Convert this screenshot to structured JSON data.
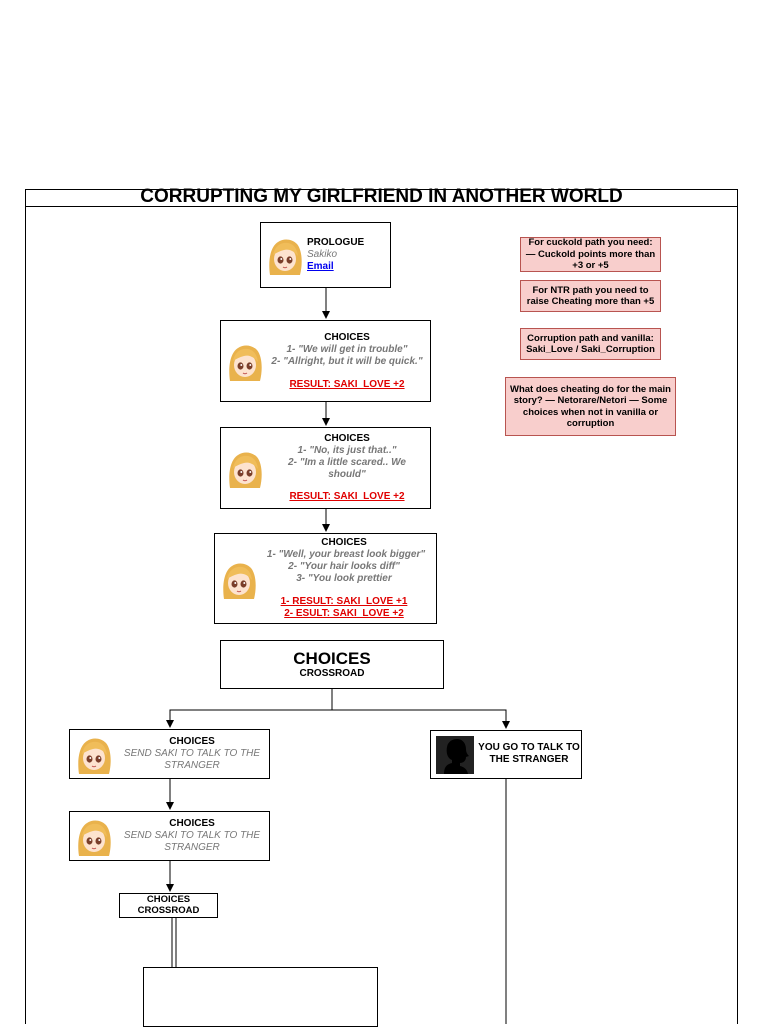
{
  "title": "CORRUPTING MY GIRLFRIEND IN ANOTHER WORLD",
  "prologue": {
    "heading": "PROLOGUE",
    "name": "Sakiko",
    "link": "Email"
  },
  "choices1": {
    "heading": "CHOICES",
    "line1": "1- \"We will get in trouble\"",
    "line2": "2- \"Allright, but it will be quick.\"",
    "result": "RESULT: SAKI_LOVE +2"
  },
  "choices2": {
    "heading": "CHOICES",
    "line1": "1- \"No, its just that..\"",
    "line2": "2- \"Im a little scared.. We should\"",
    "result": "RESULT: SAKI_LOVE +2"
  },
  "choices3": {
    "heading": "CHOICES",
    "line1": "1- \"Well, your breast look bigger\"",
    "line2": "2- \"Your hair looks diff\"",
    "line3": "3- \"You look prettier",
    "result1": "1- RESULT: SAKI_LOVE +1",
    "result2": "2- ESULT: SAKI_LOVE +2"
  },
  "crossroad_big": {
    "heading": "CHOICES",
    "sub": "CROSSROAD"
  },
  "left1": {
    "heading": "CHOICES",
    "text": "SEND SAKI TO TALK TO THE STRANGER"
  },
  "left2": {
    "heading": "CHOICES",
    "text": "SEND SAKI TO TALK TO THE STRANGER"
  },
  "right1": {
    "text": "YOU GO TO TALK TO THE STRANGER"
  },
  "crossroad_small": {
    "line1": "CHOICES",
    "line2": "CROSSROAD"
  },
  "notes": [
    "For cuckold path you need: — Cuckold points more than +3 or +5",
    "For  NTR path you need to raise Cheating more than +5",
    "Corruption path and vanilla: Saki_Love / Saki_Corruption",
    "What does cheating do for the main story? — Netorare/Netori — Some choices when not in vanilla or corruption"
  ],
  "icons": {
    "avatar": "anime-girl-portrait-icon",
    "stranger": "silhouette-head-icon"
  },
  "colors": {
    "result": "#e00000",
    "note_fill": "#f8cecc",
    "note_border": "#b85450",
    "link": "#0000ee"
  }
}
